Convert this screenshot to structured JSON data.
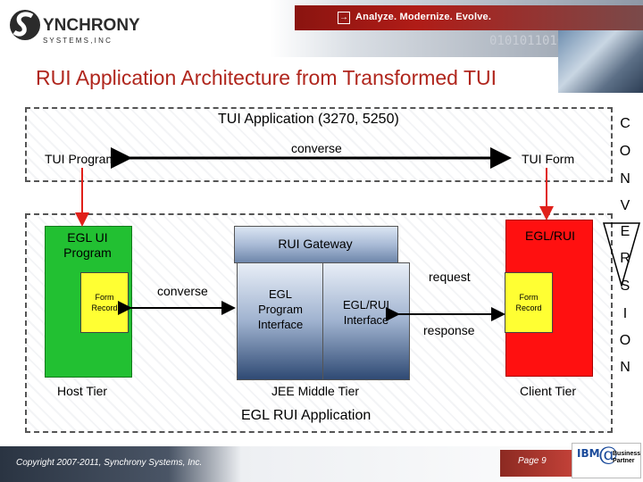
{
  "header": {
    "logo_name": "YNCHRONY",
    "logo_sub": "S Y S T E M S ,  I N C",
    "tagline": "Analyze. Modernize. Evolve.",
    "binary": "0101011010",
    "title": "RUI Application Architecture from Transformed TUI"
  },
  "tui": {
    "app_label": "TUI Application (3270, 5250)",
    "program": "TUI Program",
    "converse": "converse",
    "form": "TUI Form"
  },
  "rui": {
    "egl_ui_program": "EGL UI\nProgram",
    "form_record_left": "Form\nRecord",
    "converse": "converse",
    "gateway": "RUI Gateway",
    "egl_program_interface": "EGL\nProgram\nInterface",
    "egl_rui_interface": "EGL/RUI\nInterface",
    "request": "request",
    "response": "response",
    "egl_rui": "EGL/RUI",
    "form_record_right": "Form\nRecord",
    "host_tier": "Host Tier",
    "middle_tier": "JEE Middle Tier",
    "client_tier": "Client Tier",
    "app_label": "EGL RUI Application"
  },
  "conversion": [
    "C",
    "O",
    "N",
    "V",
    "E",
    "R",
    "S",
    "I",
    "O",
    "N"
  ],
  "footer": {
    "copyright": "Copyright 2007-2011, Synchrony Systems, Inc.",
    "page": "Page 9",
    "ibm": "IBM",
    "ibm_partner": "Business\nPartner"
  },
  "colors": {
    "title": "#b0261d",
    "host": "#22c032",
    "client": "#ff1010",
    "record": "#ffff33",
    "arrow": "#e0201a"
  }
}
